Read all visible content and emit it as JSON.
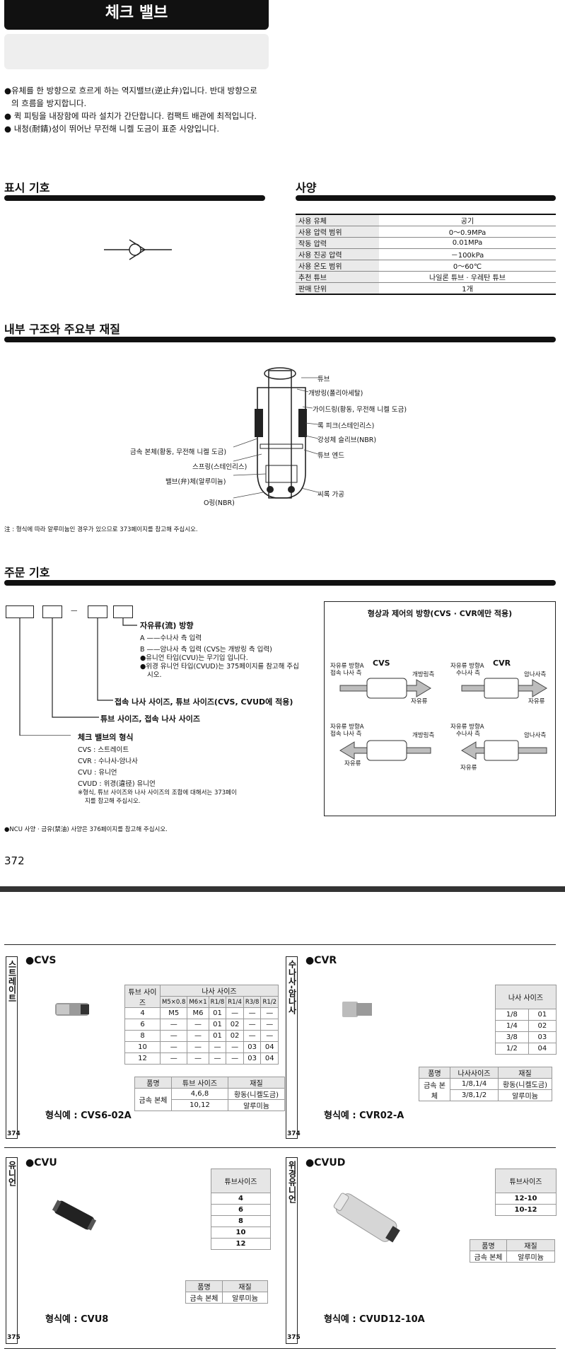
{
  "header": {
    "title": "체크 밸브"
  },
  "intro": [
    "●유체를 한 방향으로 흐르게 하는 역지밸브(逆止弁)입니다. 반대 방향으로",
    "의 흐름을 방지합니다.",
    "● 퀵 피팅을 내장함에 따라 설치가 간단합니다. 컴팩트 배관에 최적입니다.",
    "● 내청(耐錆)성이 뛰어난 무전해 니켈 도금이 표준 사양입니다."
  ],
  "symbol_section": {
    "title": "표시 기호"
  },
  "spec_section": {
    "title": "사양",
    "rows": [
      {
        "k": "사용 유체",
        "v": "공기"
      },
      {
        "k": "사용 압력 범위",
        "v": "0～0.9MPa"
      },
      {
        "k": "작동 압력",
        "v": "0.01MPa"
      },
      {
        "k": "사용 진공 압력",
        "v": "－100kPa"
      },
      {
        "k": "사용 온도 범위",
        "v": "0～60℃"
      },
      {
        "k": "추천 튜브",
        "v": "나일론 튜브 · 우레탄 튜브"
      },
      {
        "k": "판매 단위",
        "v": "1개"
      }
    ]
  },
  "structure_section": {
    "title": "내부 구조와 주요부 재질",
    "labels": {
      "tube": "튜브",
      "release_ring": "개방링(폴리아세탈)",
      "guide_ring": "가이드링(황동, 무전해 니켈 도금)",
      "lock_claw": "록 피크(스테인리스)",
      "elastic_sleeve": "강성체 슬리브(NBR)",
      "tube_end": "튜브 엔드",
      "body": "금속 본체(황동, 무전해 니켈 도금)",
      "spring": "스프링(스테인리스)",
      "valve": "밸브(弁)체(알루미늄)",
      "oring": "O링(NBR)",
      "seal": "씨록 가공"
    },
    "note": "注 : 형식에 따라 알루미늄인 경우가 있으므로 373페이지를 참고해 주십시오."
  },
  "order_section": {
    "title": "주문 기호",
    "dash": "—",
    "free_flow": "자유류(流) 방향",
    "free_a": "A ——수나사 측 입력",
    "free_b": "B ——암나사 측 입력 (CVS는 개방링 측 입력)",
    "free_note1": "●유니언 타입(CVU)는 무기입 입니다.",
    "free_note2": "●위경 유니언 타입(CVUD)는 375페이지를 참고해 주십",
    "free_note3": "시오.",
    "conn_thread": "접속 나사 사이즈, 튜브 사이즈(CVS, CVUD에 적용)",
    "tube_size": "튜브 사이즈, 접속 나사 사이즈",
    "model_title": "체크 밸브의 형식",
    "models": [
      "CVS : 스트레이트",
      "CVR : 수나사-암나사",
      "CVU : 유니언",
      "CVUD : 위경(違径) 유니언"
    ],
    "model_note1": "※형식, 튜브 사이즈와 나사 사이즈의 조합에 대해서는 373페이",
    "model_note2": "지를 참고해 주십시오.",
    "ncu_note": "●NCU 사양 · 금유(禁油) 사양은 376페이지를 참고해 주십시오."
  },
  "flow_box": {
    "title": "형상과 제어의 방향(CVS · CVR에만 적용)",
    "cvs": "CVS",
    "cvr": "CVR",
    "free_a_thread": "자유류 방향A",
    "conn_side": "접속 나사 측",
    "male_side": "수나사 측",
    "release_side": "개방링측",
    "female_side": "암나사측",
    "free_flow": "자유류"
  },
  "page_number": "372",
  "cvs": {
    "title": "●CVS",
    "tab": "스트레이트",
    "page": "374",
    "example_label": "형식예 :",
    "example": "CVS6-02A",
    "thread_header": "나사 사이즈",
    "tube_header": "튜브 사이즈",
    "cols": [
      "M5×0.8",
      "M6×1",
      "R1/8",
      "R1/4",
      "R3/8",
      "R1/2"
    ],
    "rows": [
      [
        "4",
        "M5",
        "M6",
        "01",
        "—",
        "—",
        "—"
      ],
      [
        "6",
        "—",
        "—",
        "01",
        "02",
        "—",
        "—"
      ],
      [
        "8",
        "—",
        "—",
        "01",
        "02",
        "—",
        "—"
      ],
      [
        "10",
        "—",
        "—",
        "—",
        "—",
        "03",
        "04"
      ],
      [
        "12",
        "—",
        "—",
        "—",
        "—",
        "03",
        "04"
      ]
    ],
    "mat_headers": [
      "품명",
      "튜브 사이즈",
      "재질"
    ],
    "mat_name": "금속 본체",
    "mat_rows": [
      [
        "4,6,8",
        "황동(니켈도금)"
      ],
      [
        "10,12",
        "알루미늄"
      ]
    ]
  },
  "cvr": {
    "title": "●CVR",
    "tab": "수나사-암나사",
    "page": "374",
    "example_label": "형식예 :",
    "example": "CVR02-A",
    "thread_header": "나사 사이즈",
    "rows": [
      [
        "1/8",
        "01"
      ],
      [
        "1/4",
        "02"
      ],
      [
        "3/8",
        "03"
      ],
      [
        "1/2",
        "04"
      ]
    ],
    "mat_headers": [
      "품명",
      "나사사이즈",
      "재질"
    ],
    "mat_name": "금속 본체",
    "mat_rows": [
      [
        "1/8,1/4",
        "황동(니켈도금)"
      ],
      [
        "3/8,1/2",
        "알루미늄"
      ]
    ]
  },
  "cvu": {
    "title": "●CVU",
    "tab": "유니언",
    "page": "375",
    "example_label": "형식예 :",
    "example": "CVU8",
    "tube_header": "튜브사이즈",
    "rows": [
      "4",
      "6",
      "8",
      "10",
      "12"
    ],
    "mat_headers": [
      "품명",
      "재질"
    ],
    "mat_row": [
      "금속 본체",
      "알루미늄"
    ]
  },
  "cvud": {
    "title": "●CVUD",
    "tab": "위경유니언",
    "page": "375",
    "example_label": "형식예 :",
    "example": "CVUD12-10A",
    "tube_header": "튜브사이즈",
    "rows": [
      "12-10",
      "10-12"
    ],
    "mat_headers": [
      "품명",
      "재질"
    ],
    "mat_row": [
      "금속 본체",
      "알루미늄"
    ]
  },
  "colors": {
    "dark": "#111111",
    "grey_box": "#eeeeee",
    "header_cell": "#e6e6e6"
  }
}
